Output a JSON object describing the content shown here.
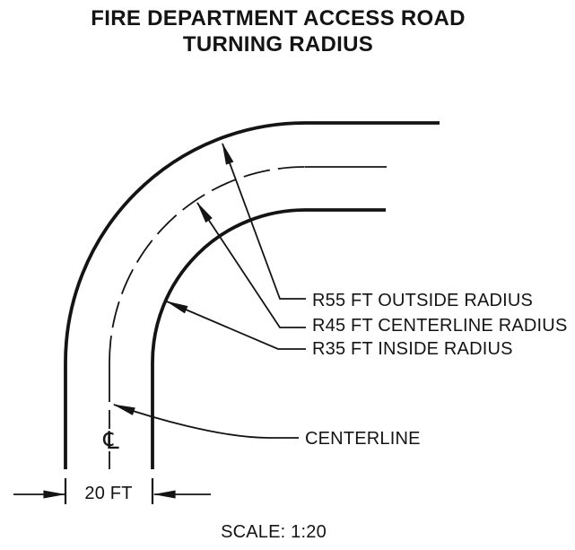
{
  "title": {
    "line1": "FIRE DEPARTMENT ACCESS ROAD",
    "line2": "TURNING RADIUS"
  },
  "labels": {
    "outside_radius": "R55 FT OUTSIDE RADIUS",
    "centerline_radius": "R45 FT CENTERLINE RADIUS",
    "inside_radius": "R35 FT INSIDE RADIUS",
    "centerline": "CENTERLINE",
    "road_width": "20 FT",
    "scale": "SCALE: 1:20",
    "centerline_symbol": "℄"
  },
  "dimensions": {
    "outside_radius_ft": 55,
    "centerline_radius_ft": 45,
    "inside_radius_ft": 35,
    "road_width_ft": 20,
    "scale_ratio": "1:20"
  },
  "colors": {
    "ink": "#141414",
    "background": "#ffffff"
  }
}
